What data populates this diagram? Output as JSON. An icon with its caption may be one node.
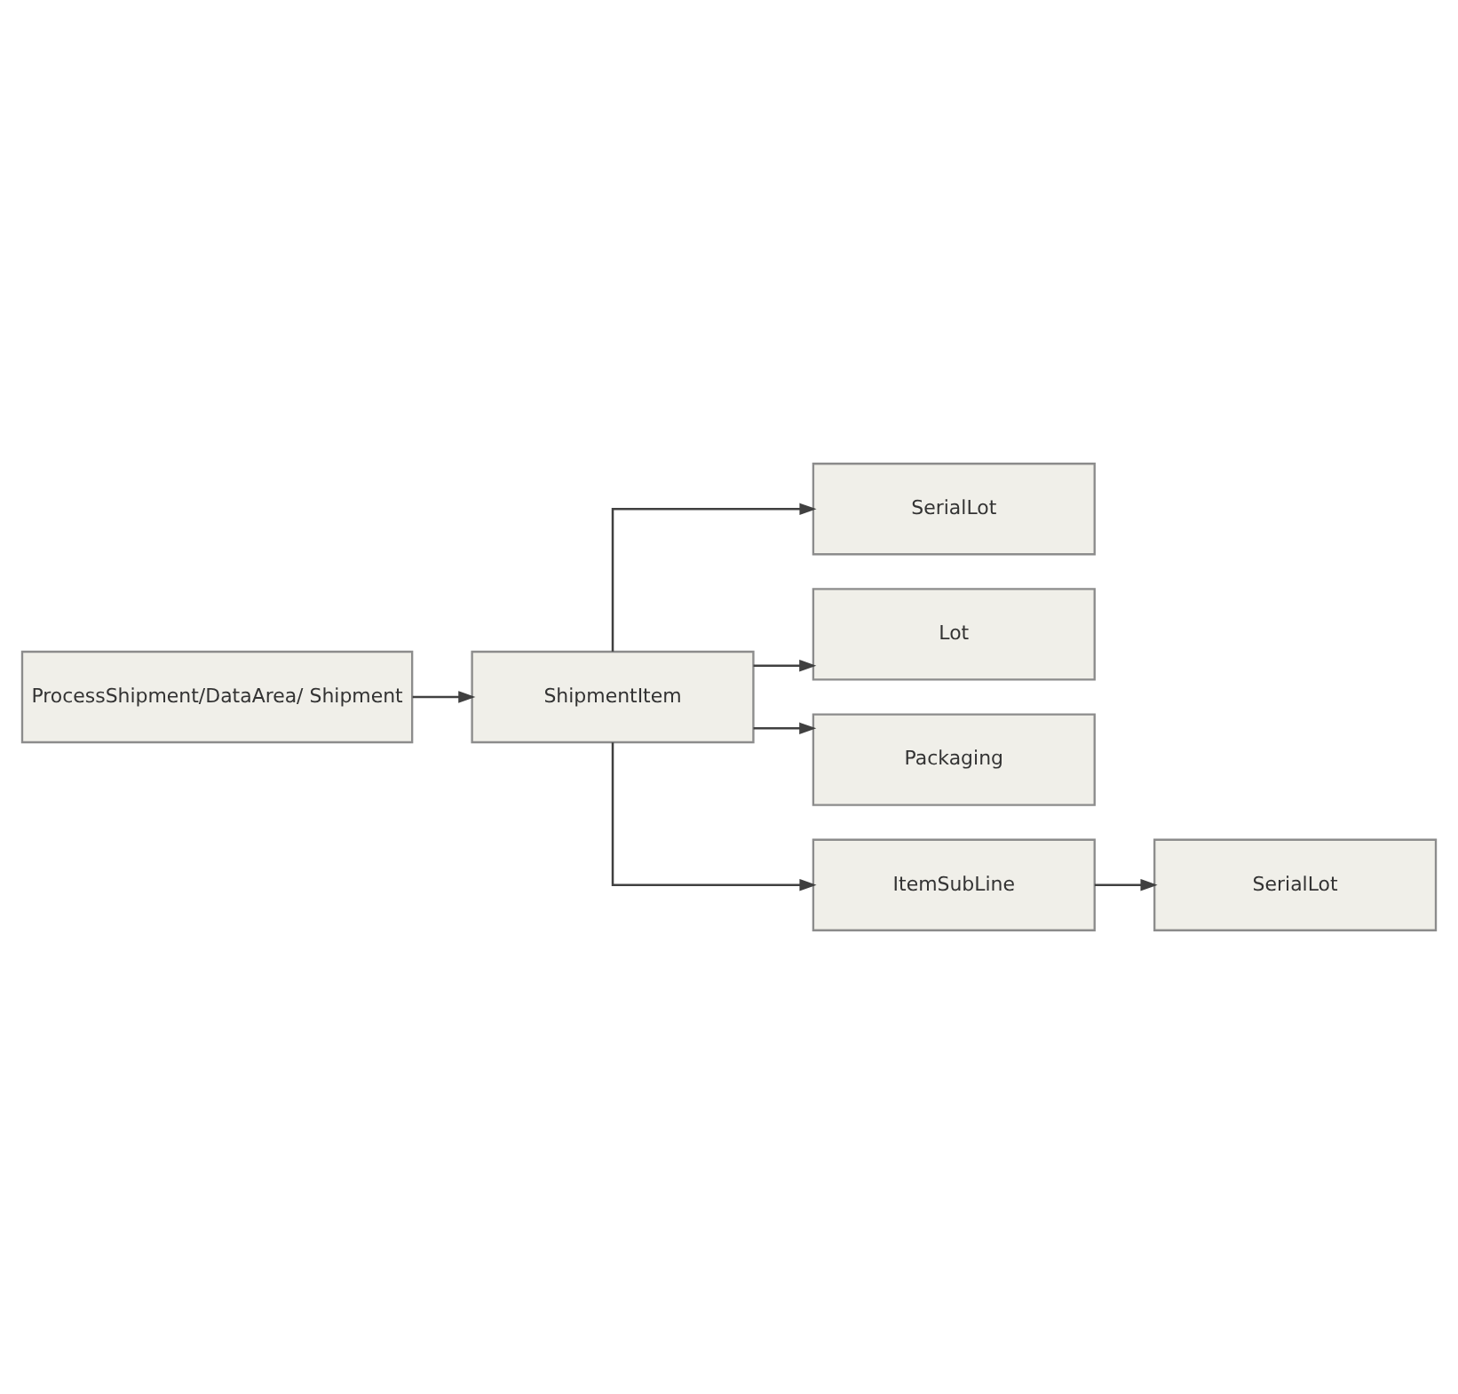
{
  "diagram": {
    "nodes": [
      {
        "text": [
          "ProcessShipment/DataArea/ Shipment"
        ]
      },
      {
        "text": [
          "ShipmentItem"
        ]
      },
      {
        "text": [
          "SerialLot"
        ]
      },
      {
        "text": [
          "Lot"
        ]
      },
      {
        "text": [
          "Packaging"
        ]
      },
      {
        "text": [
          "ItemSubLine"
        ]
      },
      {
        "text": [
          "SerialLot"
        ]
      }
    ],
    "edges": [
      {
        "from": 0,
        "to": 1,
        "arrow": "to"
      },
      {
        "from": 1,
        "to": 2,
        "arrow": "to"
      },
      {
        "from": 1,
        "to": 3,
        "arrow": "to"
      },
      {
        "from": 1,
        "to": 4,
        "arrow": "to"
      },
      {
        "from": 1,
        "to": 5,
        "arrow": "to"
      },
      {
        "from": 5,
        "to": 6,
        "arrow": "to"
      }
    ]
  }
}
